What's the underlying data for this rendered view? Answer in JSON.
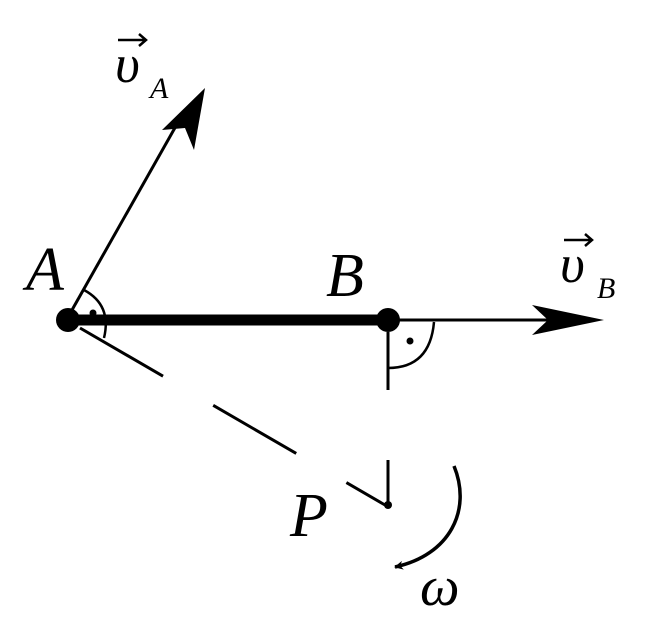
{
  "colors": {
    "ink": "#000000",
    "background": "#ffffff"
  },
  "labels": {
    "point_a": "A",
    "point_b": "B",
    "point_p": "P",
    "velocity_a_symbol": "υ",
    "velocity_a_subscript": "A",
    "velocity_b_symbol": "υ",
    "velocity_b_subscript": "B",
    "angular_velocity": "ω"
  }
}
